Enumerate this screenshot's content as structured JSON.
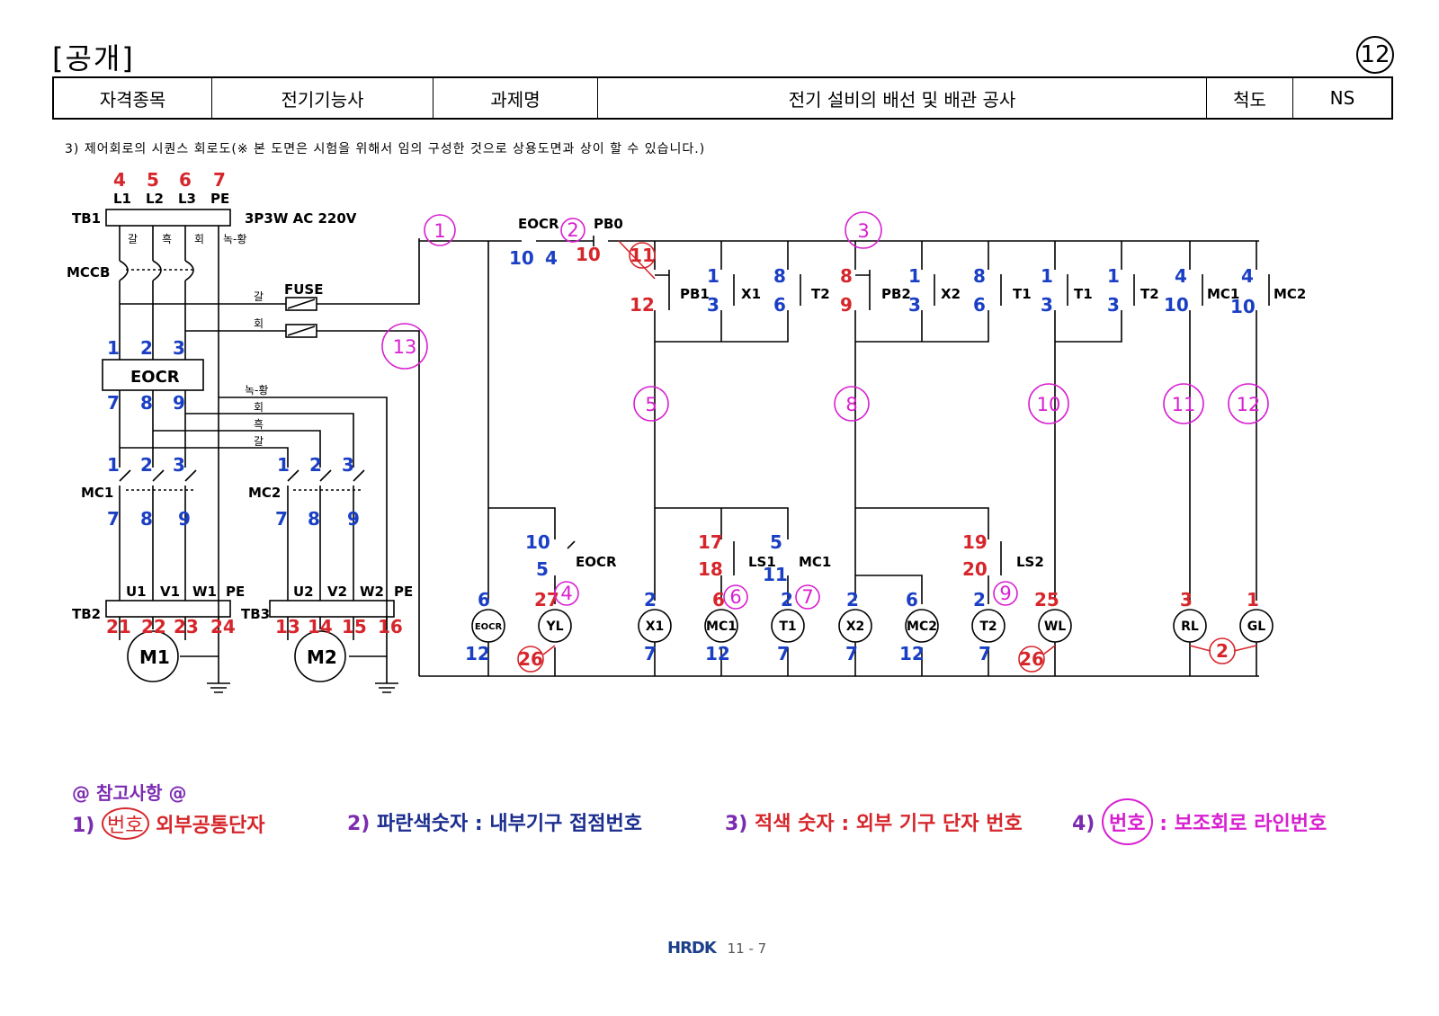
{
  "header": {
    "title": "[공개]",
    "page_no": "12"
  },
  "info_table": {
    "cells": [
      "자격종목",
      "전기기능사",
      "과제명",
      "전기 설비의 배선 및 배관 공사",
      "척도",
      "NS"
    ]
  },
  "subtitle": "3) 제어회로의 시퀀스 회로도(※ 본 도면은 시험을 위해서 임의 구성한 것으로 상용도면과 상이 할 수 있습니다.)",
  "colors": {
    "red": "#d6262b",
    "blue": "#1a3fc4",
    "magenta": "#d81fd0",
    "purple": "#7b2bb0",
    "navy": "#1b2d8f"
  },
  "power": {
    "phase_labels": [
      "L1",
      "L2",
      "L3",
      "PE"
    ],
    "phase_terms": [
      "4",
      "5",
      "6",
      "7"
    ],
    "tb1": "TB1",
    "supply": "3P3W AC 220V",
    "wire_colors": [
      "갈",
      "흑",
      "회",
      "녹-황"
    ],
    "mccb": "MCCB",
    "fuse": "FUSE",
    "fuse_wire_colors": [
      "갈",
      "회"
    ],
    "eocr": "EOCR",
    "eocr_in": [
      "1",
      "2",
      "3"
    ],
    "eocr_out": [
      "7",
      "8",
      "9"
    ],
    "bus_colors": [
      "녹-황",
      "회",
      "흑",
      "갈"
    ],
    "mc1": "MC1",
    "mc2": "MC2",
    "mc_in": [
      "1",
      "2",
      "3"
    ],
    "mc_out": [
      "7",
      "8",
      "9"
    ],
    "tb2": "TB2",
    "tb3": "TB3",
    "tb2_labels": [
      "U1",
      "V1",
      "W1",
      "PE"
    ],
    "tb3_labels": [
      "U2",
      "V2",
      "W2",
      "PE"
    ],
    "tb2_terms": [
      "21",
      "22",
      "23",
      "24"
    ],
    "tb3_terms": [
      "13",
      "14",
      "15",
      "16"
    ],
    "motors": [
      "M1",
      "M2"
    ]
  },
  "control": {
    "lines": [
      "1",
      "2",
      "3",
      "4",
      "5",
      "6",
      "7",
      "8",
      "9",
      "10",
      "11",
      "12",
      "13"
    ],
    "eocr_contact": {
      "label": "EOCR",
      "a": "10",
      "b": "4"
    },
    "pb0": {
      "label": "PB0",
      "a": "10",
      "b": "11"
    },
    "pb1": {
      "label": "PB1",
      "b": "12"
    },
    "x1": {
      "label": "X1",
      "a": "1",
      "b": "3"
    },
    "t2a": {
      "label": "T2",
      "a": "8",
      "b": "6"
    },
    "pb2": {
      "label": "PB2",
      "a": "8",
      "b": "9"
    },
    "x2": {
      "label": "X2",
      "a": "1",
      "b": "3"
    },
    "t1a": {
      "label": "T1",
      "a": "8",
      "b": "6"
    },
    "t1b": {
      "label": "T1",
      "a": "1",
      "b": "3"
    },
    "t2b": {
      "label": "T2",
      "a": "1",
      "b": "3"
    },
    "mc1c": {
      "label": "MC1",
      "a": "4",
      "b": "10"
    },
    "mc2c": {
      "label": "MC2",
      "a": "4",
      "b": "10"
    },
    "eocr2": {
      "label": "EOCR",
      "a": "10",
      "b": "5"
    },
    "ls1": {
      "label": "LS1",
      "a": "17",
      "b": "18"
    },
    "mc1d": {
      "label": "MC1",
      "a": "5",
      "b": "11"
    },
    "ls2": {
      "label": "LS2",
      "a": "19",
      "b": "20"
    },
    "loads": [
      {
        "label": "EOCR",
        "top": "6",
        "bot": "12",
        "top_color": "blue"
      },
      {
        "label": "YL",
        "top": "27",
        "bot": "26",
        "top_color": "red"
      },
      {
        "label": "X1",
        "top": "2",
        "bot": "7",
        "top_color": "blue"
      },
      {
        "label": "MC1",
        "top": "6",
        "bot": "12",
        "top_color": "red"
      },
      {
        "label": "T1",
        "top": "2",
        "bot": "7",
        "top_color": "blue"
      },
      {
        "label": "X2",
        "top": "2",
        "bot": "7",
        "top_color": "blue"
      },
      {
        "label": "MC2",
        "top": "6",
        "bot": "12",
        "top_color": "blue"
      },
      {
        "label": "T2",
        "top": "2",
        "bot": "7",
        "top_color": "blue"
      },
      {
        "label": "WL",
        "top": "25",
        "bot": "26",
        "top_color": "red"
      },
      {
        "label": "RL",
        "top": "3",
        "bot": "",
        "top_color": "red"
      },
      {
        "label": "GL",
        "top": "1",
        "bot": "",
        "top_color": "red"
      }
    ]
  },
  "notes": {
    "title": "@ 참고사항 @",
    "n1_prefix": "1)",
    "n1_mark": "번호",
    "n1_text": "외부공통단자",
    "n2_prefix": "2)",
    "n2_text": "파란색숫자 : 내부기구 접점번호",
    "n3_prefix": "3)",
    "n3_text": "적색 숫자 : 외부 기구 단자 번호",
    "n4_prefix": "4)",
    "n4_mark": "번호",
    "n4_text": ": 보조회로 라인번호"
  },
  "footer": {
    "logo": "HRDK",
    "page": "11 - 7"
  }
}
